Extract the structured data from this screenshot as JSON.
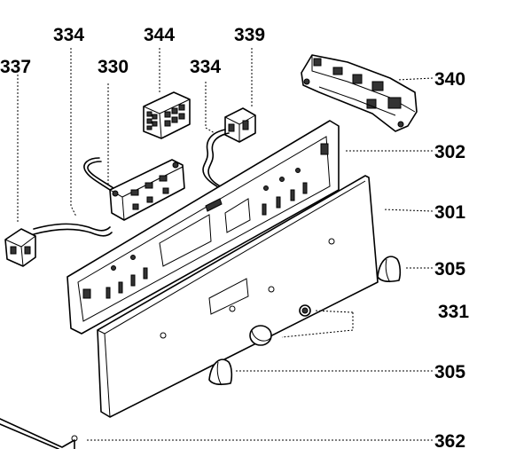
{
  "callouts": {
    "c337": "337",
    "c334_left": "334",
    "c330": "330",
    "c344": "344",
    "c334_right": "334",
    "c339": "339",
    "c340": "340",
    "c302": "302",
    "c301": "301",
    "c305_top": "305",
    "c331": "331",
    "c305_bottom": "305",
    "c362": "362"
  },
  "parts": [
    {
      "id": "337",
      "name": "wiring-connector-left"
    },
    {
      "id": "334",
      "name": "wiring-harness"
    },
    {
      "id": "330",
      "name": "control-module"
    },
    {
      "id": "344",
      "name": "selector-switch"
    },
    {
      "id": "339",
      "name": "connector-block"
    },
    {
      "id": "340",
      "name": "door-lock-switch"
    },
    {
      "id": "302",
      "name": "control-panel-frame"
    },
    {
      "id": "301",
      "name": "front-fascia-panel"
    },
    {
      "id": "305",
      "name": "end-cap"
    },
    {
      "id": "331",
      "name": "control-knob"
    },
    {
      "id": "362",
      "name": "bracket-rod"
    }
  ]
}
